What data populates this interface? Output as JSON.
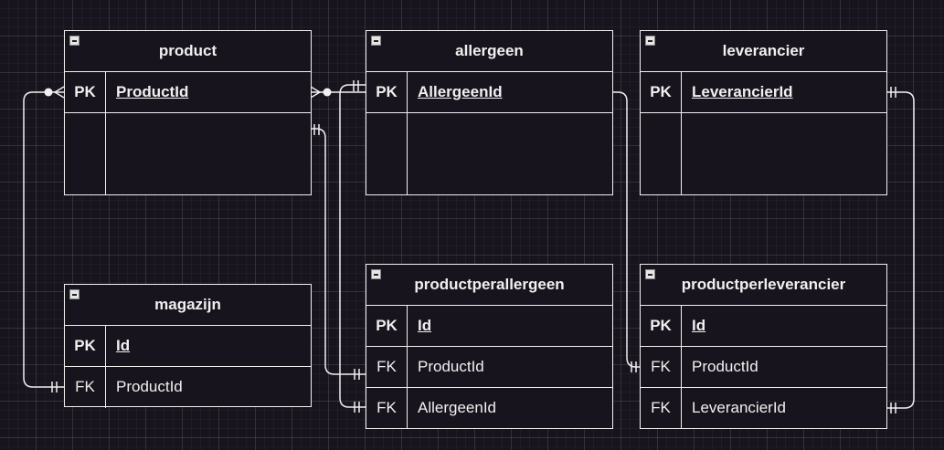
{
  "tables": {
    "product": {
      "name": "product",
      "rows": [
        {
          "key": "PK",
          "field": "ProductId"
        }
      ]
    },
    "allergeen": {
      "name": "allergeen",
      "rows": [
        {
          "key": "PK",
          "field": "AllergeenId"
        }
      ]
    },
    "leverancier": {
      "name": "leverancier",
      "rows": [
        {
          "key": "PK",
          "field": "LeverancierId"
        }
      ]
    },
    "magazijn": {
      "name": "magazijn",
      "rows": [
        {
          "key": "PK",
          "field": "Id"
        },
        {
          "key": "FK",
          "field": "ProductId"
        }
      ]
    },
    "productperallergeen": {
      "name": "productperallergeen",
      "rows": [
        {
          "key": "PK",
          "field": "Id"
        },
        {
          "key": "FK",
          "field": "ProductId"
        },
        {
          "key": "FK",
          "field": "AllergeenId"
        }
      ]
    },
    "productperleverancier": {
      "name": "productperleverancier",
      "rows": [
        {
          "key": "PK",
          "field": "Id"
        },
        {
          "key": "FK",
          "field": "ProductId"
        },
        {
          "key": "FK",
          "field": "LeverancierId"
        }
      ]
    }
  },
  "colors": {
    "background": "#18141d",
    "stroke": "#f0f0f0",
    "grid": "#3a3a3a"
  },
  "relationships": [
    {
      "from": "product.ProductId",
      "to": "magazijn.ProductId",
      "notation": "zero-or-many to exactly-one"
    },
    {
      "from": "product.ProductId",
      "to": "productperallergeen.ProductId",
      "notation": "exactly-one to exactly-one"
    },
    {
      "from": "allergeen.AllergeenId",
      "to": "productperallergeen.AllergeenId",
      "notation": "zero-or-many to exactly-one"
    },
    {
      "from": "allergeen.AllergeenId",
      "to": "productperleverancier.ProductId",
      "notation": "exactly-one to exactly-one"
    },
    {
      "from": "leverancier.LeverancierId",
      "to": "productperleverancier.LeverancierId",
      "notation": "exactly-one to exactly-one"
    }
  ]
}
